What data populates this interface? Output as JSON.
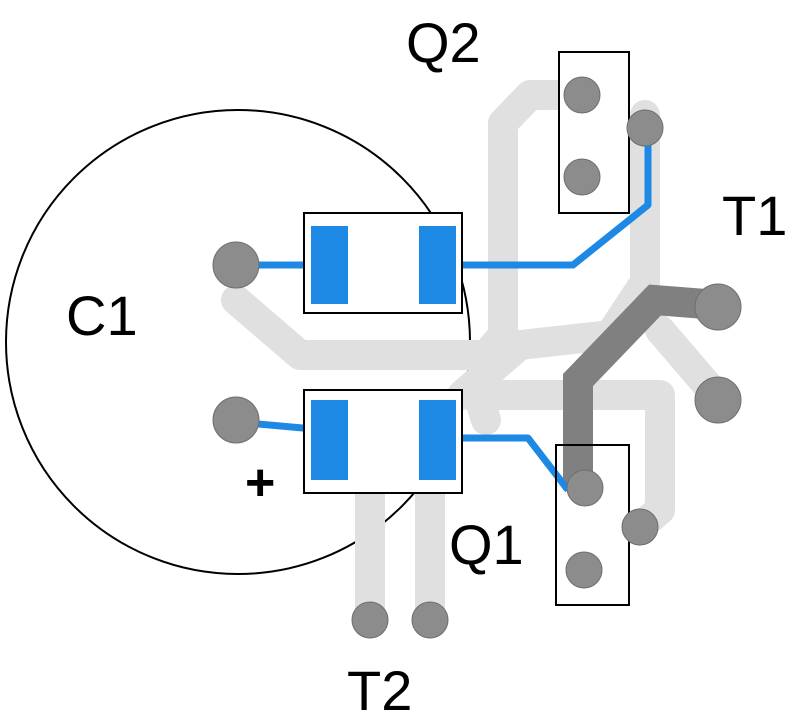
{
  "labels": {
    "q2": "Q2",
    "q1": "Q1",
    "t1": "T1",
    "t2": "T2",
    "c1": "C1",
    "polarity": "+"
  },
  "colors": {
    "background": "#ffffff",
    "trace_bottom": "#e0e0e0",
    "trace_top": "#1e88e5",
    "trace_power": "#808080",
    "pad": "#8c8c8c",
    "smd_pad": "#1e88e5",
    "outline": "#000000"
  }
}
